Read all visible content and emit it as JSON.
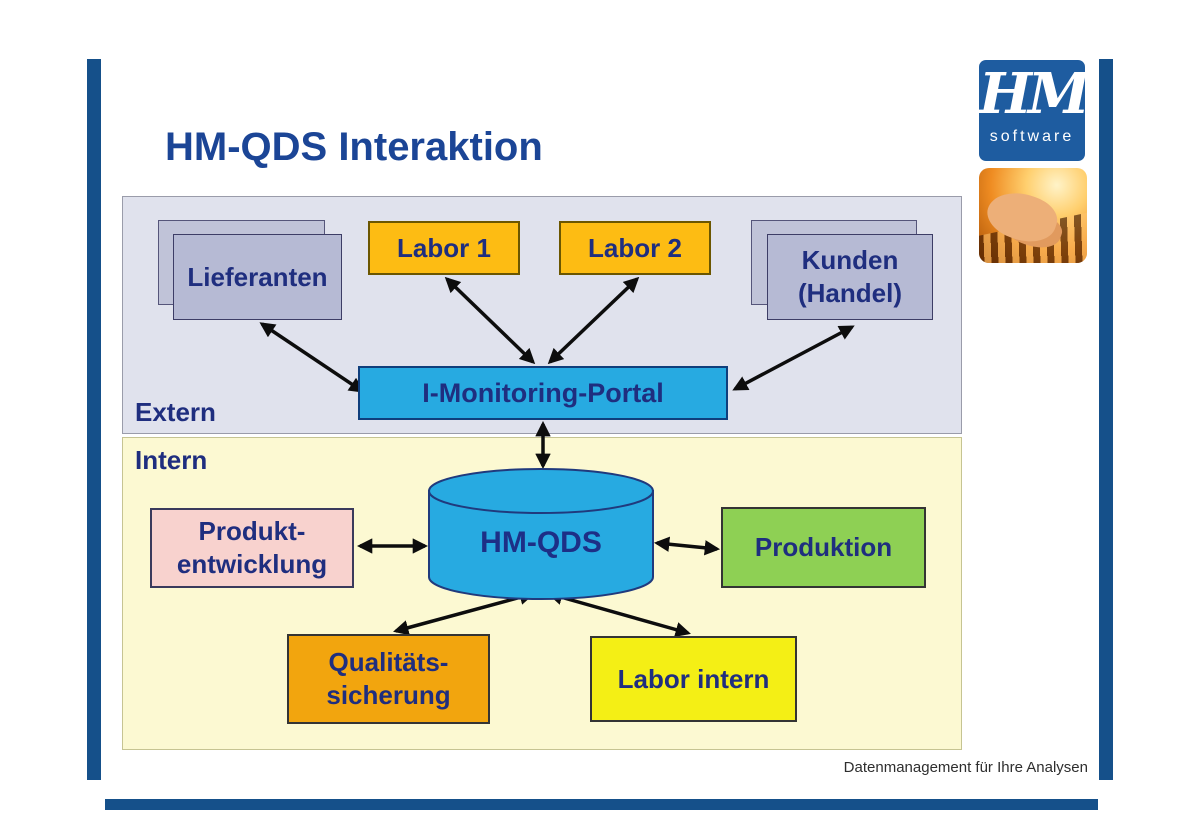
{
  "slide": {
    "title": "HM-QDS Interaktion",
    "footer": "Datenmanagement für Ihre Analysen"
  },
  "logo": {
    "monogram": "HM",
    "subtitle": "software"
  },
  "regions": {
    "extern": "Extern",
    "intern": "Intern"
  },
  "nodes": {
    "lieferanten": {
      "label": "Lieferanten"
    },
    "labor1": {
      "label": "Labor 1"
    },
    "labor2": {
      "label": "Labor 2"
    },
    "kunden": {
      "line1": "Kunden",
      "line2": "(Handel)"
    },
    "portal": {
      "label": "I-Monitoring-Portal"
    },
    "hmqds": {
      "label": "HM-QDS"
    },
    "produktentwicklung": {
      "line1": "Produkt-",
      "line2": "entwicklung"
    },
    "produktion": {
      "label": "Produktion"
    },
    "qualitaetssicherung": {
      "line1": "Qualitäts-",
      "line2": "sicherung"
    },
    "labor_intern": {
      "label": "Labor intern"
    }
  },
  "edges": [
    {
      "from": "Lieferanten",
      "to": "I-Monitoring-Portal",
      "bidirectional": true
    },
    {
      "from": "Labor 1",
      "to": "I-Monitoring-Portal",
      "bidirectional": true
    },
    {
      "from": "Labor 2",
      "to": "I-Monitoring-Portal",
      "bidirectional": true
    },
    {
      "from": "Kunden (Handel)",
      "to": "I-Monitoring-Portal",
      "bidirectional": true
    },
    {
      "from": "I-Monitoring-Portal",
      "to": "HM-QDS",
      "bidirectional": true
    },
    {
      "from": "Produkt-entwicklung",
      "to": "HM-QDS",
      "bidirectional": true
    },
    {
      "from": "HM-QDS",
      "to": "Produktion",
      "bidirectional": true
    },
    {
      "from": "HM-QDS",
      "to": "Qualitätssicherung",
      "bidirectional": true
    },
    {
      "from": "HM-QDS",
      "to": "Labor intern",
      "bidirectional": true
    }
  ],
  "colors": {
    "frame_blue": "#15508a",
    "logo_blue": "#1e5ca0",
    "title_navy": "#1b4596",
    "label_navy": "#1f2e7f",
    "extern_bg": "#e0e2ed",
    "intern_bg": "#fcf9d2",
    "box_lavender": "#b6bad4",
    "box_orange": "#fdbc13",
    "box_orange_dark": "#f2a50e",
    "box_yellow": "#f4ef15",
    "box_pink": "#f8d2ce",
    "box_green": "#8ed054",
    "cyan": "#27aae1",
    "arrow_black": "#0d0d0d"
  }
}
